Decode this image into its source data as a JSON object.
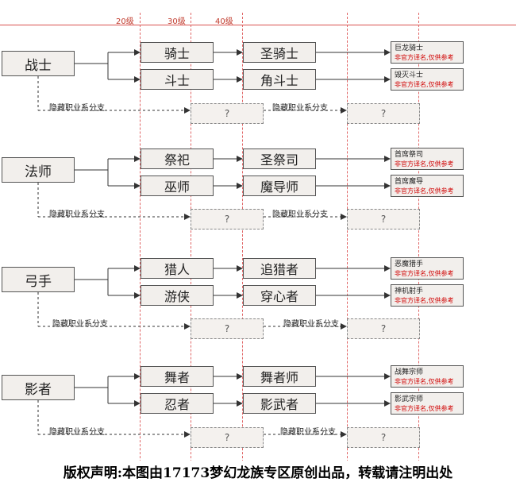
{
  "levels": [
    "20级",
    "30级",
    "40级"
  ],
  "hidden_branch_label": "隐藏职业系分支",
  "unknown_label": "?",
  "final_note": "非官方译名,仅供参考",
  "classes": [
    {
      "name": "战士",
      "branches": [
        {
          "tier1": "骑士",
          "tier2": "圣骑士",
          "final": "巨龙骑士"
        },
        {
          "tier1": "斗士",
          "tier2": "角斗士",
          "final": "毁灭斗士"
        }
      ]
    },
    {
      "name": "法师",
      "branches": [
        {
          "tier1": "祭祀",
          "tier2": "圣祭司",
          "final": "首席祭司"
        },
        {
          "tier1": "巫师",
          "tier2": "魔导师",
          "final": "首席魔导"
        }
      ]
    },
    {
      "name": "弓手",
      "branches": [
        {
          "tier1": "猎人",
          "tier2": "追猎者",
          "final": "恶魔猎手"
        },
        {
          "tier1": "游侠",
          "tier2": "穿心者",
          "final": "神机射手"
        }
      ]
    },
    {
      "name": "影者",
      "branches": [
        {
          "tier1": "舞者",
          "tier2": "舞者师",
          "final": "战舞宗师"
        },
        {
          "tier1": "忍者",
          "tier2": "影武者",
          "final": "影武宗师"
        }
      ]
    }
  ],
  "footer": "版权声明:本图由17173梦幻龙族专区原创出品，转载请注明出处"
}
